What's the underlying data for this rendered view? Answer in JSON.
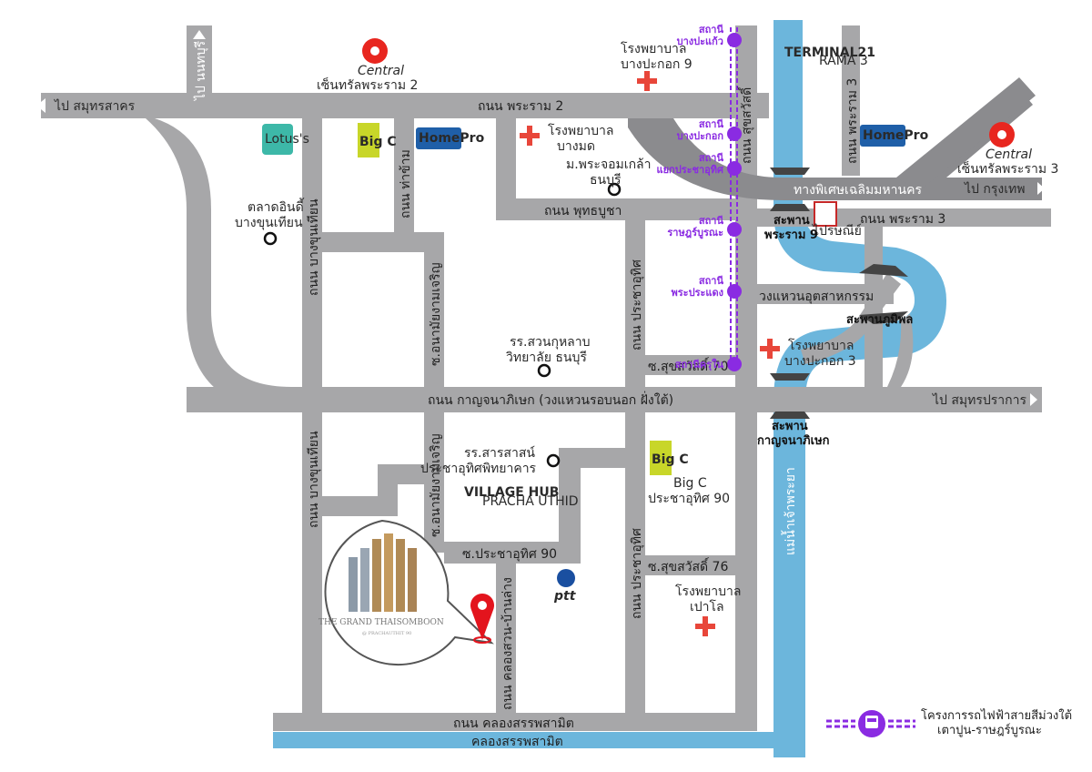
{
  "places": {
    "to_samut_sakhon": "ไป สมุทรสาคร",
    "to_nonthaburi": "ไป นนทบุรี",
    "central_rama2": "เซ็นทรัลพระราม 2",
    "central_rama3": "เซ็นทรัลพระราม 3",
    "central_logo": "Central",
    "hosp_bangpakok9": "โรงพยาบาล\nบางปะกอก 9",
    "hosp_bangmod": "โรงพยาบาล\nบางมด",
    "kmutt": "ม.พระจอมเกล้า\nธนบุรี",
    "talad_indy": "ตลาดอินดี้\nบางขุนเทียน",
    "school_suankularb": "รร.สวนกุหลาบ\nวิทยาลัย ธนบุรี",
    "school_sarasas": "รร.สารสาสน์\nประชาอุทิศพิทยาคาร",
    "bigc_prachauthit": "Big C\nประชาอุทิศ 90",
    "hosp_paolo": "โรงพยาบาล\nเปาโล",
    "hosp_bangpakok3": "โรงพยาบาล\nบางปะกอก 3",
    "to_krungthep_1": "ไป กรุงเทพ",
    "to_krungthep_2": "ไป กรุงเทพ",
    "to_samut_prakan": "ไป สมุทรปราการ",
    "terminal21": "TERMINAL21",
    "terminal21_sub": "RAMA 3",
    "lotus": "Lotus's",
    "homepro": "HomePro",
    "bigc": "Big C",
    "village_hub": "VILLAGE HUB",
    "village_hub_sub": "PRACHA UTHID",
    "ptt": "ptt",
    "post_office": "ไปรษณีย์",
    "project_name": "THE GRAND THAISOMBOON",
    "project_sub": "@ PRACHAUTHIT 90"
  },
  "roads": {
    "rama2": "ถนน พระราม 2",
    "suksawat": "ถนน สุขสวัสดิ์",
    "expressway": "ทางพิเศษเฉลิมมหานคร",
    "rama3_upper": "ถนน พระราม 3",
    "rama3": "ถนน พระราม 3",
    "phutthabucha": "ถนน พุทธบูชา",
    "thakham": "ถนน ท่าข้าม",
    "bangkhunthian_n": "ถนน บางขุนเทียน",
    "bangkhunthian_s": "ถนน บางขุนเทียน",
    "prachauthit_n": "ถนน ประชาอุทิศ",
    "prachauthit_s": "ถนน ประชาอุทิศ",
    "anamai_n": "ซ.อนามัยงามเจริญ",
    "anamai_s": "ซ.อนามัยงามเจริญ",
    "kanchanaphisek": "ถนน กาญจนาภิเษก (วงแหวนรอบนอก ฝั่งใต้)",
    "suksawat70": "ซ.สุขสวัสดิ์ 70",
    "suksawat76": "ซ.สุขสวัสดิ์ 76",
    "wongwaen_utsahakam": "วงแหวนอุตสาหกรรม",
    "prachauthit90": "ซ.ประชาอุทิศ 90",
    "khlong_suan_bantang": "ถนน คลองสวน-บ้านล่าง",
    "khlong_sanphasamit_road": "ถนน คลองสรรพสามิต",
    "khlong_sanphasamit_canal": "คลองสรรพสามิต",
    "chao_phraya": "แม่น้ำเจ้าพระยา"
  },
  "bridges": {
    "rama9": "สะพาน\nพระราม 9",
    "bhumibol": "สะพานภูมิพล",
    "kanchanaphisek": "สะพาน\nกาญจนาภิเษก"
  },
  "stations": {
    "bangpakaeo": "สถานี\nบางปะแก้ว",
    "bangpakok": "สถานี\nบางปะกอก",
    "yaek_prachauthit": "สถานี\nแยกประชาอุทิศ",
    "ratburana": "สถานี\nราษฎร์บูรณะ",
    "phrapradaeng": "สถานี\nพระประแดง",
    "khru_nai": "สถานีครุใน"
  },
  "legend": {
    "text": "โครงการรถไฟฟ้าสายสีม่วงใต้\nเตาปูน-ราษฎร์บูรณะ",
    "icon": "train-icon"
  },
  "colors": {
    "road": "#a7a7a9",
    "expressway": "#8b8b8e",
    "river": "#6cb6dc",
    "purple_line": "#8a2be2",
    "hospital": "#e8463a",
    "pin": "#e3141d",
    "gold": "#b08a55"
  }
}
